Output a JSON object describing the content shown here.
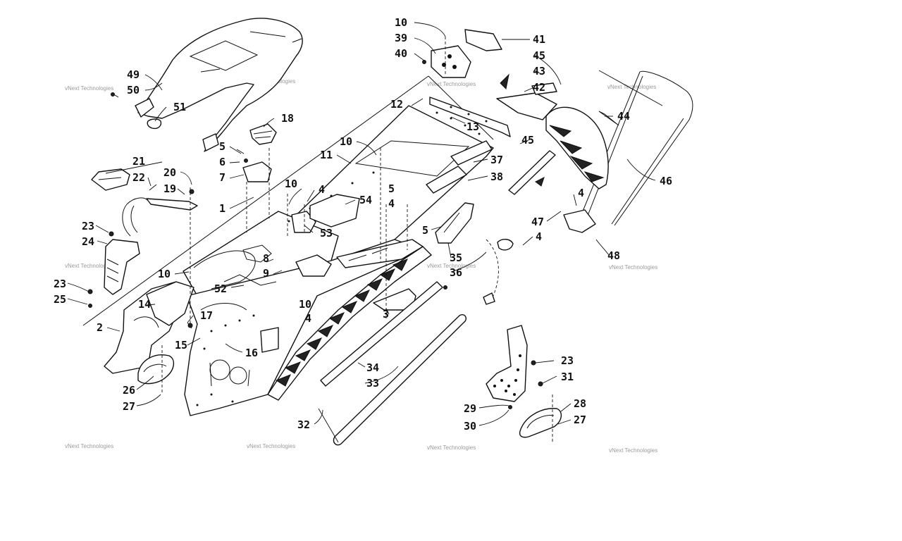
{
  "watermark_text": "vNext Technologies",
  "callouts": {
    "c1": "1",
    "c2": "2",
    "c3": "3",
    "c4a": "4",
    "c4b": "4",
    "c4c": "4",
    "c4d": "4",
    "c4e": "4",
    "c5a": "5",
    "c5b": "5",
    "c5c": "5",
    "c6": "6",
    "c7": "7",
    "c8": "8",
    "c9": "9",
    "c10a": "10",
    "c10b": "10",
    "c10c": "10",
    "c10d": "10",
    "c10e": "10",
    "c11": "11",
    "c12": "12",
    "c13": "13",
    "c14": "14",
    "c15": "15",
    "c16": "16",
    "c17": "17",
    "c18": "18",
    "c19": "19",
    "c20": "20",
    "c21": "21",
    "c22": "22",
    "c23a": "23",
    "c23b": "23",
    "c23c": "23",
    "c24": "24",
    "c25": "25",
    "c26": "26",
    "c27a": "27",
    "c27b": "27",
    "c28": "28",
    "c29": "29",
    "c30": "30",
    "c31": "31",
    "c32": "32",
    "c33": "33",
    "c34": "34",
    "c35": "35",
    "c36": "36",
    "c37": "37",
    "c38": "38",
    "c39": "39",
    "c40": "40",
    "c41": "41",
    "c42": "42",
    "c43": "43",
    "c44": "44",
    "c45a": "45",
    "c45b": "45",
    "c46": "46",
    "c47": "47",
    "c48": "48",
    "c49": "49",
    "c50": "50",
    "c51": "51",
    "c52": "52",
    "c53": "53",
    "c54": "54"
  }
}
